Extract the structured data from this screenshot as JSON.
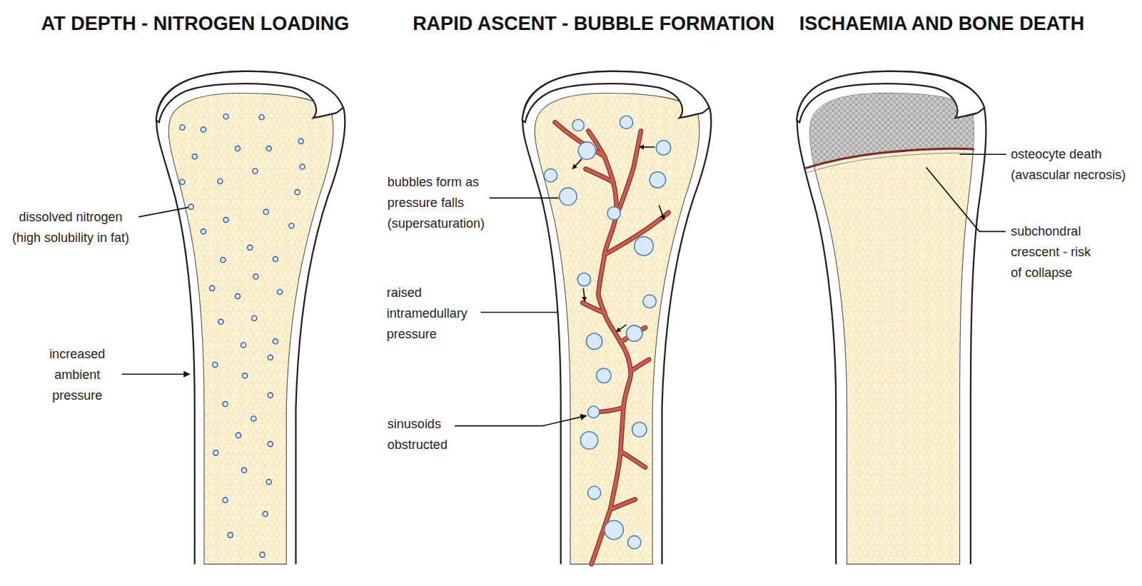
{
  "diagram": {
    "labels": [
      "AT DEPTH - NITROGEN LOADING",
      "RAPID ASCENT - BUBBLE FORMATION",
      "ISCHAEMIA AND BONE DEATH",
      "dissolved nitrogen (high solubility in fat)",
      "increased ambient pressure",
      "bubbles form as pressure falls (supersaturation)",
      "raised intramedullary pressure",
      "sinusoids obstructed",
      "osteocyte death (avascular necrosis)",
      "subchondral crescent - risk of collapse"
    ]
  }
}
